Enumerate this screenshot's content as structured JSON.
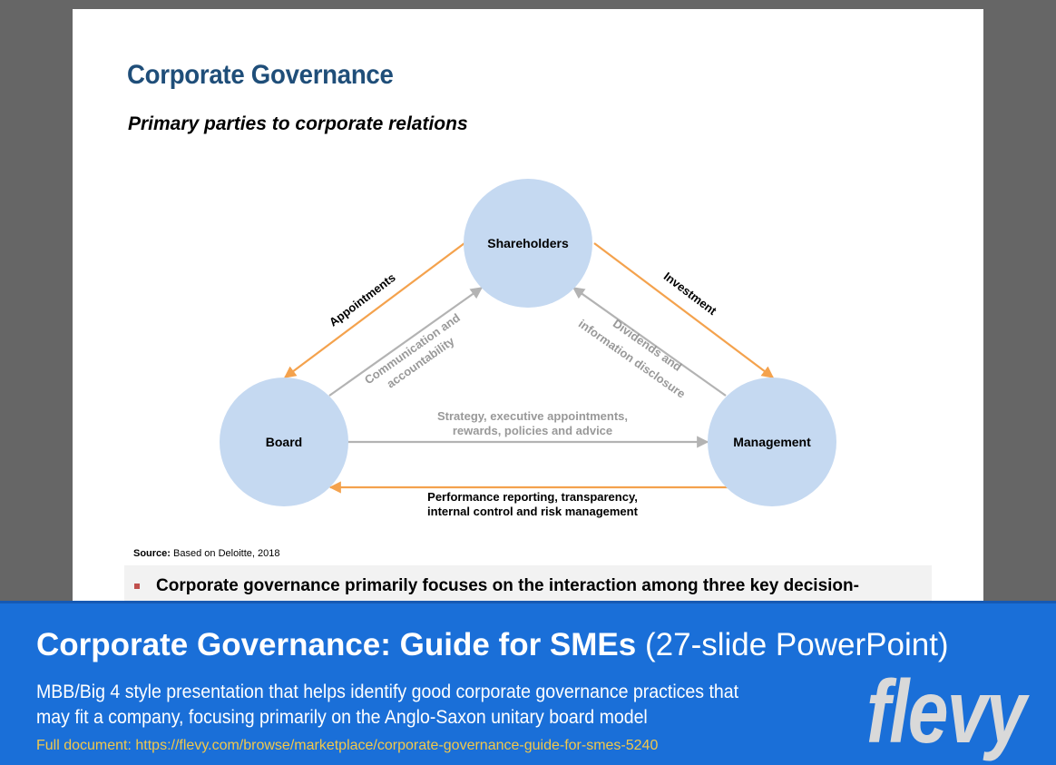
{
  "slide": {
    "title": "Corporate Governance",
    "subtitle": "Primary parties to corporate relations",
    "diagram": {
      "nodes": {
        "shareholders": "Shareholders",
        "board": "Board",
        "management": "Management"
      },
      "edges": {
        "appointments": "Appointments",
        "investment": "Investment",
        "communication_line1": "Communication and",
        "communication_line2": "accountability",
        "dividends_line1": "Dividends and",
        "dividends_line2": "information disclosure",
        "strategy_line1": "Strategy, executive appointments,",
        "strategy_line2": "rewards, policies and advice",
        "performance_line1": "Performance reporting, transparency,",
        "performance_line2": "internal control and risk management"
      },
      "colors": {
        "node_fill": "#c5d9f1",
        "orange_arrow": "#f4a24d",
        "gray_arrow": "#b3b3b3",
        "gray_text": "#999999"
      }
    },
    "source_label": "Source:",
    "source_text": "Based on Deloitte, 2018",
    "bullet": "Corporate governance primarily focuses on the interaction among three key decision-"
  },
  "banner": {
    "title_strong": "Corporate Governance: Guide for SMEs",
    "title_light": "(27-slide PowerPoint)",
    "desc_line1": "MBB/Big 4 style presentation that helps identify good corporate governance practices that",
    "desc_line2": "may fit a company, focusing primarily on the Anglo-Saxon unitary board model",
    "link_label": "Full document:",
    "link_url": "https://flevy.com/browse/marketplace/corporate-governance-guide-for-smes-5240",
    "logo": "flevy",
    "colors": {
      "background": "#1a6fd8",
      "link": "#f2c84b",
      "logo": "#d9d9d9"
    }
  }
}
